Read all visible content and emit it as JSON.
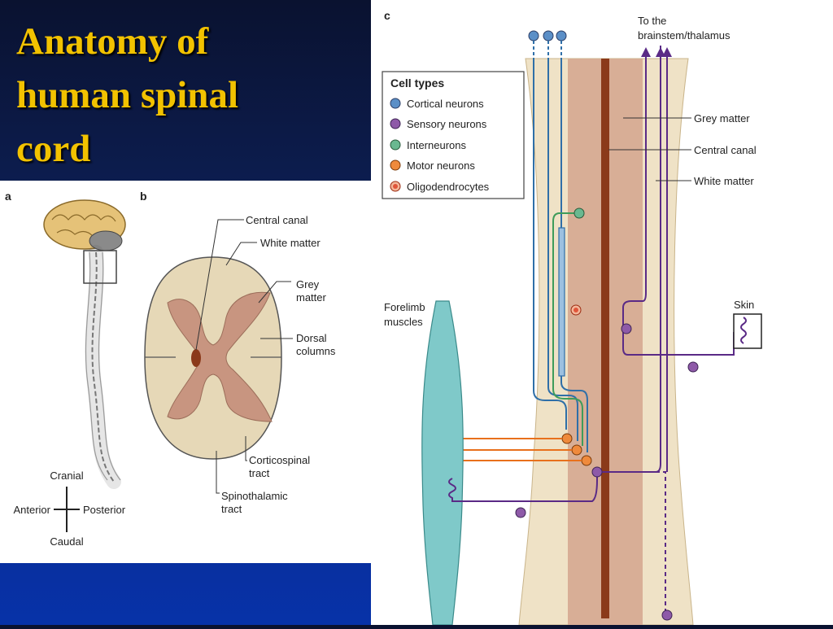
{
  "slide": {
    "title_lines": [
      "Anatomy of",
      "human spinal",
      "cord"
    ]
  },
  "panel_a": {
    "letter": "a",
    "axes": {
      "top": "Cranial",
      "left": "Anterior",
      "right": "Posterior",
      "bottom": "Caudal"
    }
  },
  "panel_b": {
    "letter": "b",
    "labels": {
      "central_canal": "Central canal",
      "white_matter": "White matter",
      "grey_matter_1": "Grey",
      "grey_matter_2": "matter",
      "dorsal_1": "Dorsal",
      "dorsal_2": "columns",
      "corticospinal_1": "Corticospinal",
      "corticospinal_2": "tract",
      "spinothalamic_1": "Spinothalamic",
      "spinothalamic_2": "tract"
    }
  },
  "panel_c": {
    "letter": "c",
    "top_label_1": "To the",
    "top_label_2": "brainstem/thalamus",
    "legend": {
      "title": "Cell types",
      "items": [
        {
          "label": "Cortical neurons",
          "color": "#5b8fc7"
        },
        {
          "label": "Sensory neurons",
          "color": "#8e5aa8"
        },
        {
          "label": "Interneurons",
          "color": "#6ab890"
        },
        {
          "label": "Motor neurons",
          "color": "#ef8a3c"
        },
        {
          "label": "Oligodendrocytes",
          "color": "#e0553a"
        }
      ]
    },
    "labels": {
      "grey_matter": "Grey matter",
      "central_canal": "Central canal",
      "white_matter": "White matter",
      "skin": "Skin",
      "forelimb_1": "Forelimb",
      "forelimb_2": "muscles"
    }
  },
  "colors": {
    "title": "#f2c200",
    "white_matter": "#e6d8b7",
    "grey_matter": "#c89580",
    "central_canal": "#8b3a1a",
    "cortical_path": "#2f6fa8",
    "sensory_path": "#5a2a86",
    "motor_path": "#e8701c",
    "inter_path": "#3e9c5a",
    "muscle": "#7fc9c9"
  }
}
